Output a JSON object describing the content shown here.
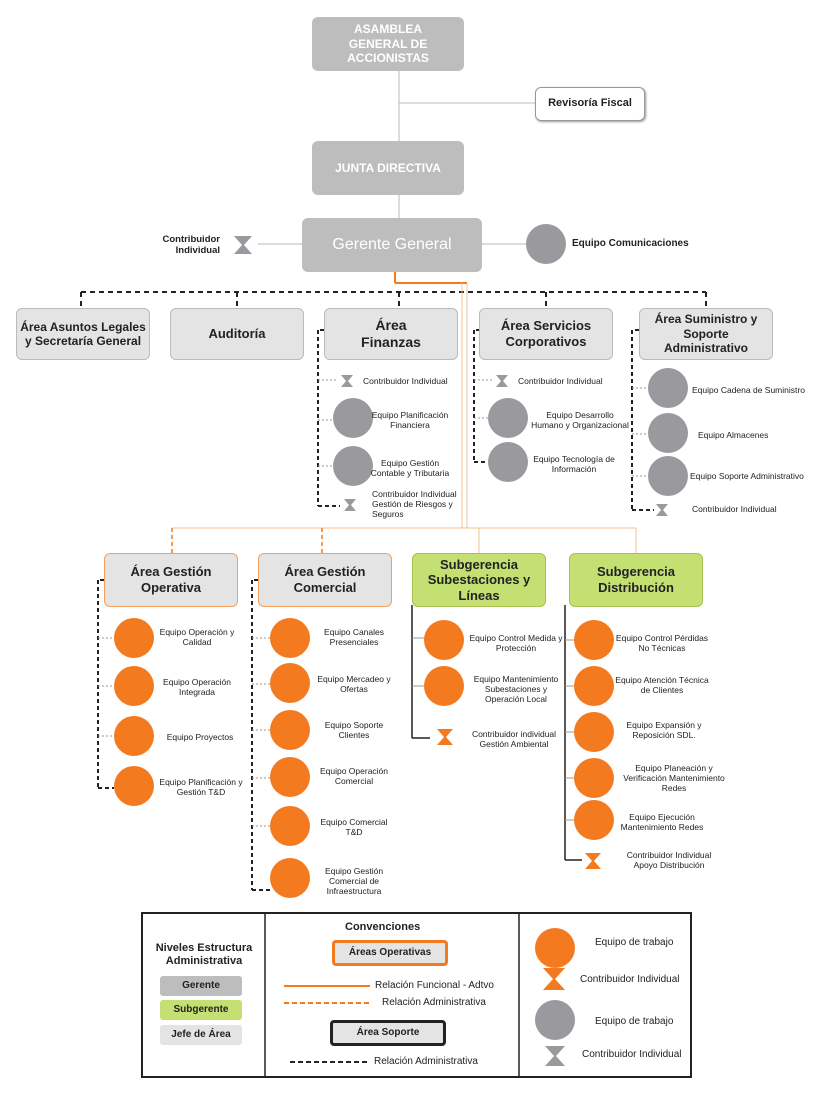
{
  "top": {
    "asamblea": "ASAMBLEA GENERAL DE ACCIONISTAS",
    "revisoria": "Revisoría Fiscal",
    "junta": "JUNTA DIRECTIVA",
    "gerente": "Gerente General",
    "contrib_gerente": "Contribuidor Individual",
    "comunicaciones": "Equipo Comunicaciones"
  },
  "areas": {
    "legales": "Área Asuntos Legales y Secretaría General",
    "auditoria": "Auditoría",
    "finanzas": "Área Finanzas",
    "servicios": "Área Servicios Corporativos",
    "suministro": "Área Suministro y Soporte Administrativo"
  },
  "finanzas_items": [
    "Contribuidor Individual",
    "Equipo Planificación Financiera",
    "Equipo Gestión Contable y Tributaria",
    "Contribuidor Individual Gestión de Riesgos y Seguros"
  ],
  "servicios_items": [
    "Contribuidor Individual",
    "Equipo Desarrollo Humano y Organizacional",
    "Equipo Tecnología de Información"
  ],
  "suministro_items": [
    "Equipo Cadena de Suministro",
    "Equipo Almacenes",
    "Equipo Soporte Administrativo",
    "Contribuidor Individual"
  ],
  "lower": {
    "gestion_operativa": "Área Gestión Operativa",
    "gestion_comercial": "Área Gestión Comercial",
    "sub_subestaciones": "Subgerencia Subestaciones y Líneas",
    "sub_distribucion": "Subgerencia Distribución"
  },
  "operativa_items": [
    "Equipo Operación y Calidad",
    "Equipo Operación Integrada",
    "Equipo Proyectos",
    "Equipo Planificación y Gestión T&D"
  ],
  "comercial_items": [
    "Equipo Canales Presenciales",
    "Equipo Mercadeo y Ofertas",
    "Equipo Soporte Clientes",
    "Equipo Operación Comercial",
    "Equipo Comercial T&D",
    "Equipo Gestión Comercial de Infraestructura"
  ],
  "subestaciones_items": [
    "Equipo Control Medida y Protección",
    "Equipo Mantenimiento Subestaciones y Operación Local",
    "Contribuidor individual Gestión Ambiental"
  ],
  "distribucion_items": [
    "Equipo Control Pérdidas No Técnicas",
    "Equipo Atención Técnica de Clientes",
    "Equipo Expansión y Reposición SDL.",
    "Equipo Planeación y Verificación Mantenimiento Redes",
    "Equipo Ejecución Mantenimiento Redes",
    "Contribuidor Individual Apoyo Distribución"
  ],
  "legend": {
    "niveles_title": "Niveles Estructura Administrativa",
    "gerente": "Gerente",
    "subgerente": "Subgerente",
    "jefe": "Jefe de Área",
    "convenciones": "Convenciones",
    "areas_operativas": "Áreas Operativas",
    "rel_funcional": "Relación Funcional - Adtvo",
    "rel_admin_or": "Relación Administrativa",
    "area_soporte": "Área Soporte",
    "rel_admin_bk": "Relación Administrativa",
    "equipo_or": "Equipo de trabajo",
    "contrib_or": "Contribuidor Individual",
    "equipo_gr": "Equipo de trabajo",
    "contrib_gr": "Contribuidor Individual"
  },
  "colors": {
    "orange": "#f47a1f",
    "gray": "#9a9a9e",
    "green": "#c4df72",
    "boxgray": "#bdbdbd"
  }
}
